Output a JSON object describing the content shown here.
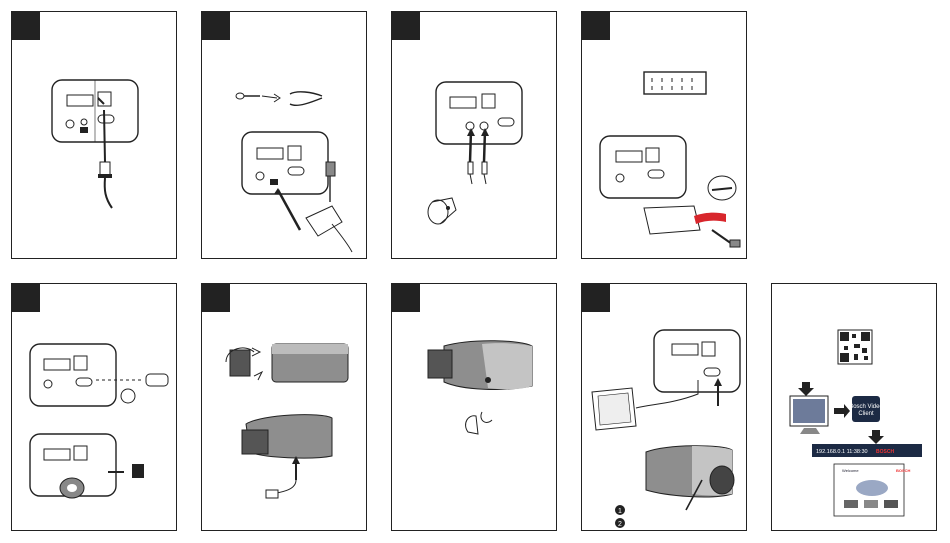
{
  "panel10": {
    "app_tile": {
      "line1": "Bosch Video",
      "line2": "Client"
    },
    "browser_bar": {
      "address": "192.168.0.1 11:38:30",
      "brand": "BOSCH"
    },
    "web_page": {
      "heading": "Welcome",
      "brand": "BOSCH"
    }
  },
  "panel8": {
    "markers": [
      "1",
      "2"
    ]
  },
  "colors": {
    "border": "#222222",
    "step_badge": "#222222",
    "dark_blue_bar": "#1c2a44",
    "cable_red": "#d8262c",
    "camera_body": "#8e8e8e"
  }
}
